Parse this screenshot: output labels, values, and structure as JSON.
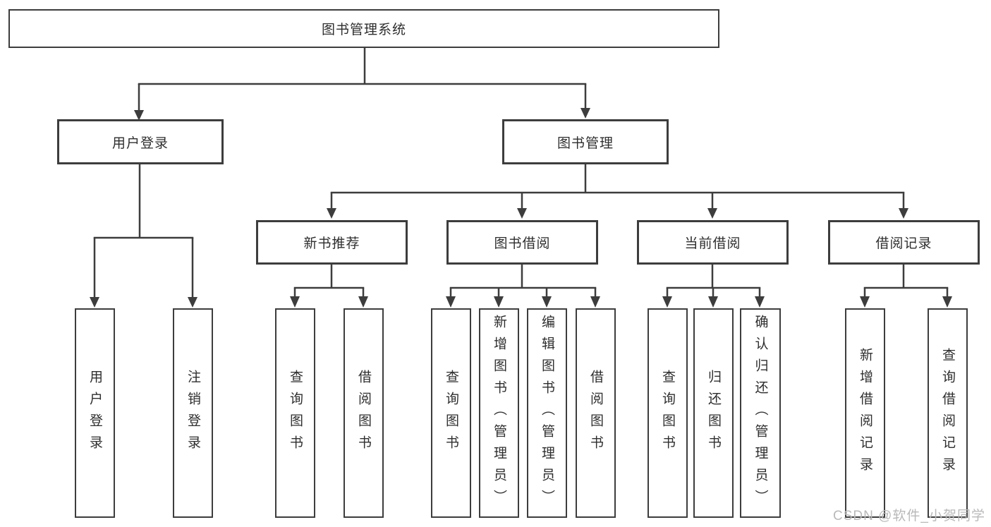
{
  "nodes": {
    "root": "图书管理系统",
    "user_login": "用户登录",
    "book_mgmt": "图书管理",
    "new_book_rec": "新书推荐",
    "book_borrow": "图书借阅",
    "current_borrow": "当前借阅",
    "borrow_record": "借阅记录",
    "leaf_user_login": "用户登录",
    "leaf_logout": "注销登录",
    "leaf_nbr_query": "查询图书",
    "leaf_nbr_borrow": "借阅图书",
    "leaf_bb_query": "查询图书",
    "leaf_bb_add": "新增图书（管理员）",
    "leaf_bb_edit": "编辑图书（管理员）",
    "leaf_bb_borrow": "借阅图书",
    "leaf_cb_query": "查询图书",
    "leaf_cb_return": "归还图书",
    "leaf_cb_confirm": "确认归还（管理员）",
    "leaf_br_add": "新增借阅记录",
    "leaf_br_query": "查询借阅记录"
  },
  "watermark": "CSDN @软件_小贺同学",
  "colors": {
    "line": "#3d3d3d",
    "text": "#2e2e2e",
    "watermark": "#b9b9b9",
    "background": "#ffffff"
  }
}
